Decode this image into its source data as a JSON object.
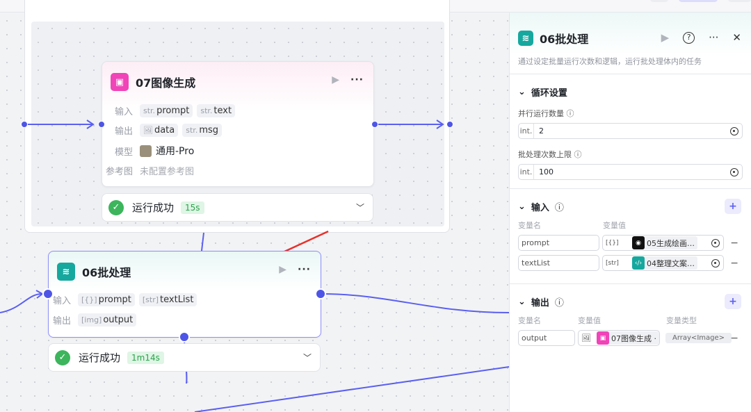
{
  "colors": {
    "accent": "#4e55e6",
    "success": "#3cb55c",
    "batch_icon": "#16a89e",
    "image_icon": "#f044b8"
  },
  "node07": {
    "title": "07图像生成",
    "icon": "image-gen-icon",
    "input_label": "输入",
    "inputs": [
      {
        "type": "str.",
        "name": "prompt"
      },
      {
        "type": "str.",
        "name": "text"
      }
    ],
    "output_label": "输出",
    "outputs": [
      {
        "type": "image",
        "name": "data"
      },
      {
        "type": "str.",
        "name": "msg"
      }
    ],
    "model_label": "模型",
    "model": "通用-Pro",
    "ref_label": "参考图",
    "ref_value": "未配置参考图",
    "status": "运行成功",
    "duration": "15s"
  },
  "node06": {
    "title": "06批处理",
    "icon": "layers-icon",
    "input_label": "输入",
    "inputs": [
      {
        "type": "[{}]",
        "name": "prompt"
      },
      {
        "type": "[str]",
        "name": "textList"
      }
    ],
    "output_label": "输出",
    "outputs": [
      {
        "type": "[img]",
        "name": "output"
      }
    ],
    "status": "运行成功",
    "duration": "1m14s"
  },
  "panel": {
    "title": "06批处理",
    "description": "通过设定批量运行次数和逻辑，运行批处理体内的任务",
    "loop": {
      "title": "循环设置",
      "parallel_label": "并行运行数量",
      "parallel_type": "int.",
      "parallel_value": "2",
      "limit_label": "批处理次数上限",
      "limit_type": "int.",
      "limit_value": "100"
    },
    "input": {
      "title": "输入",
      "col_name": "变量名",
      "col_value": "变量值",
      "add": "+",
      "rows": [
        {
          "name": "prompt",
          "type": "[{}]",
          "ref": "05生成绘画…",
          "ref_icon": "llm-icon"
        },
        {
          "name": "textList",
          "type": "[str]",
          "ref": "04整理文案…",
          "ref_icon": "code-icon"
        }
      ]
    },
    "output": {
      "title": "输出",
      "col_name": "变量名",
      "col_value": "变量值",
      "col_type": "变量类型",
      "add": "+",
      "rows": [
        {
          "name": "output",
          "ref": "07图像生成 ·",
          "var_type": "Array<Image>"
        }
      ]
    }
  }
}
